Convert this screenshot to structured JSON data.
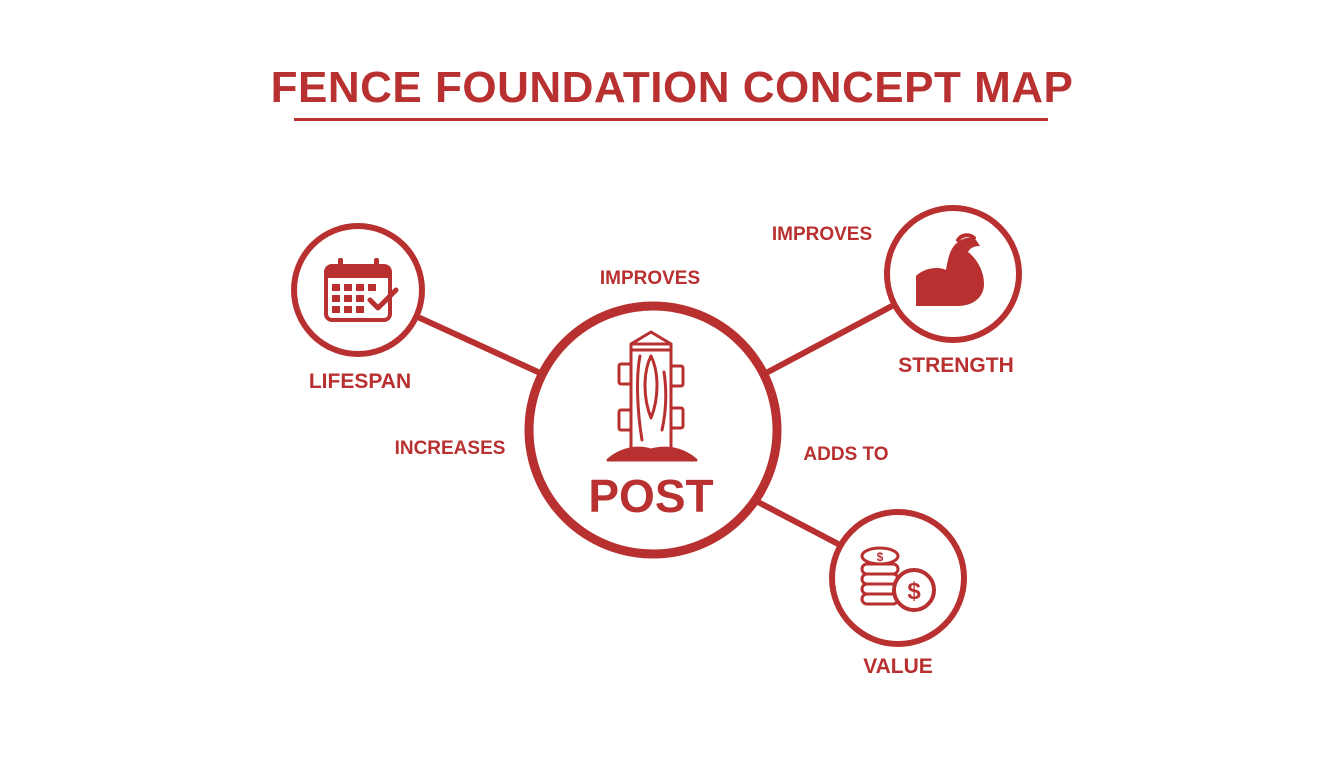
{
  "title": "FENCE FOUNDATION CONCEPT MAP",
  "colors": {
    "accent": "#b8302f",
    "background": "#ffffff"
  },
  "center": {
    "label": "POST",
    "icon": "fence-post-icon"
  },
  "nodes": {
    "lifespan": {
      "label": "LIFESPAN",
      "icon": "calendar-check-icon"
    },
    "strength": {
      "label": "STRENGTH",
      "icon": "flexed-bicep-icon"
    },
    "value": {
      "label": "VALUE",
      "icon": "coins-dollar-icon"
    }
  },
  "edges": {
    "improves_top": "IMPROVES",
    "improves_right": "IMPROVES",
    "increases": "INCREASES",
    "adds_to": "ADDS TO"
  }
}
